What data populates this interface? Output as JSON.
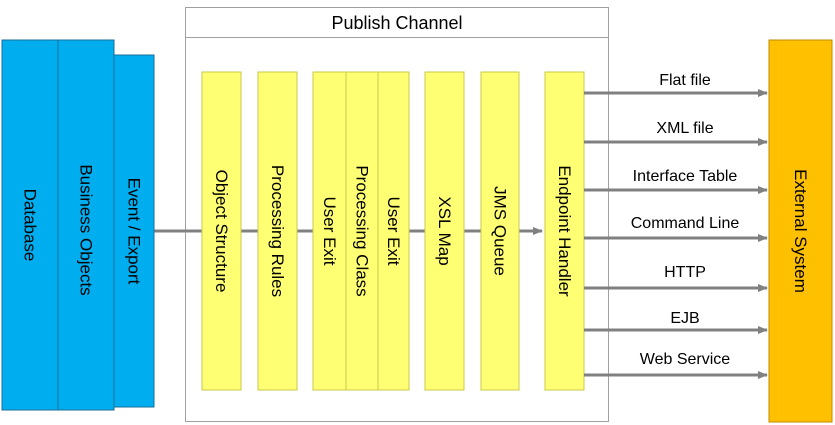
{
  "diagram": {
    "title": "Publish Channel",
    "source_blocks": [
      {
        "label": "Database"
      },
      {
        "label": "Business Objects"
      },
      {
        "label": "Event / Export"
      }
    ],
    "channel_stages": [
      {
        "label": "Object Structure"
      },
      {
        "label": "Processing Rules"
      },
      {
        "label": "User Exit"
      },
      {
        "label": "Processing Class"
      },
      {
        "label": "User Exit"
      },
      {
        "label": "XSL Map"
      },
      {
        "label": "JMS Queue"
      },
      {
        "label": "Endpoint Handler"
      }
    ],
    "outputs": [
      {
        "label": "Flat file"
      },
      {
        "label": "XML file"
      },
      {
        "label": "Interface Table"
      },
      {
        "label": "Command Line"
      },
      {
        "label": "HTTP"
      },
      {
        "label": "EJB"
      },
      {
        "label": "Web Service"
      }
    ],
    "target": {
      "label": "External System"
    },
    "colors": {
      "source_fill": "#00aeef",
      "source_stroke": "#1a6e9a",
      "stage_fill": "#ffff73",
      "stage_stroke": "#c8c84a",
      "target_fill": "#ffc000",
      "target_stroke": "#c08a00",
      "frame_stroke": "#a0a0a0",
      "arrow": "#808080"
    }
  }
}
